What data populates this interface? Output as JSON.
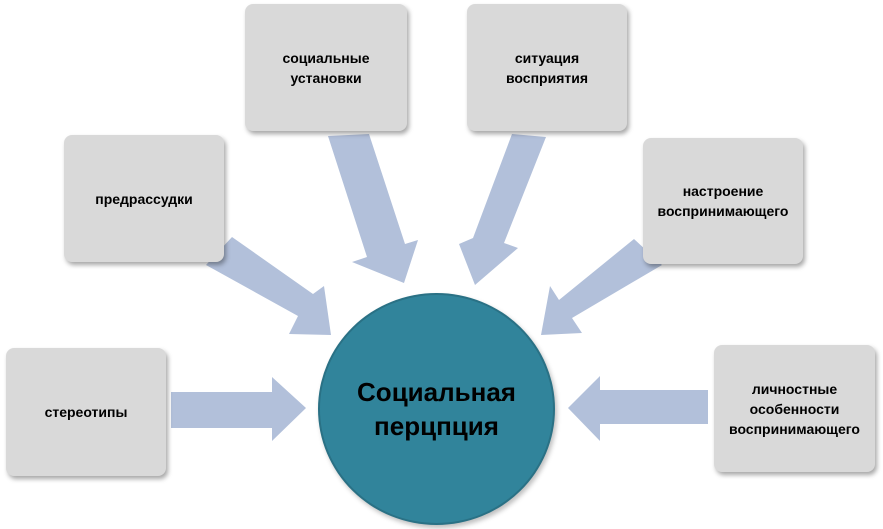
{
  "diagram": {
    "center": {
      "line1": "Социальная",
      "line2": "перцпция"
    },
    "factors": {
      "stereotypes": "стереотипы",
      "prejudices": "предрассудки",
      "social_attitudes": {
        "line1": "социальные",
        "line2": "установки"
      },
      "perception_situation": {
        "line1": "ситуация",
        "line2": "восприятия"
      },
      "perceiver_mood": {
        "line1": "настроение",
        "line2": "воспринимающего"
      },
      "perceiver_traits": {
        "line1": "личностные",
        "line2": "особенности",
        "line3": "воспринимающего"
      }
    },
    "colors": {
      "center_fill": "#31849b",
      "box_fill": "#d9d9d9",
      "arrow_fill": "#b2c0da"
    }
  }
}
